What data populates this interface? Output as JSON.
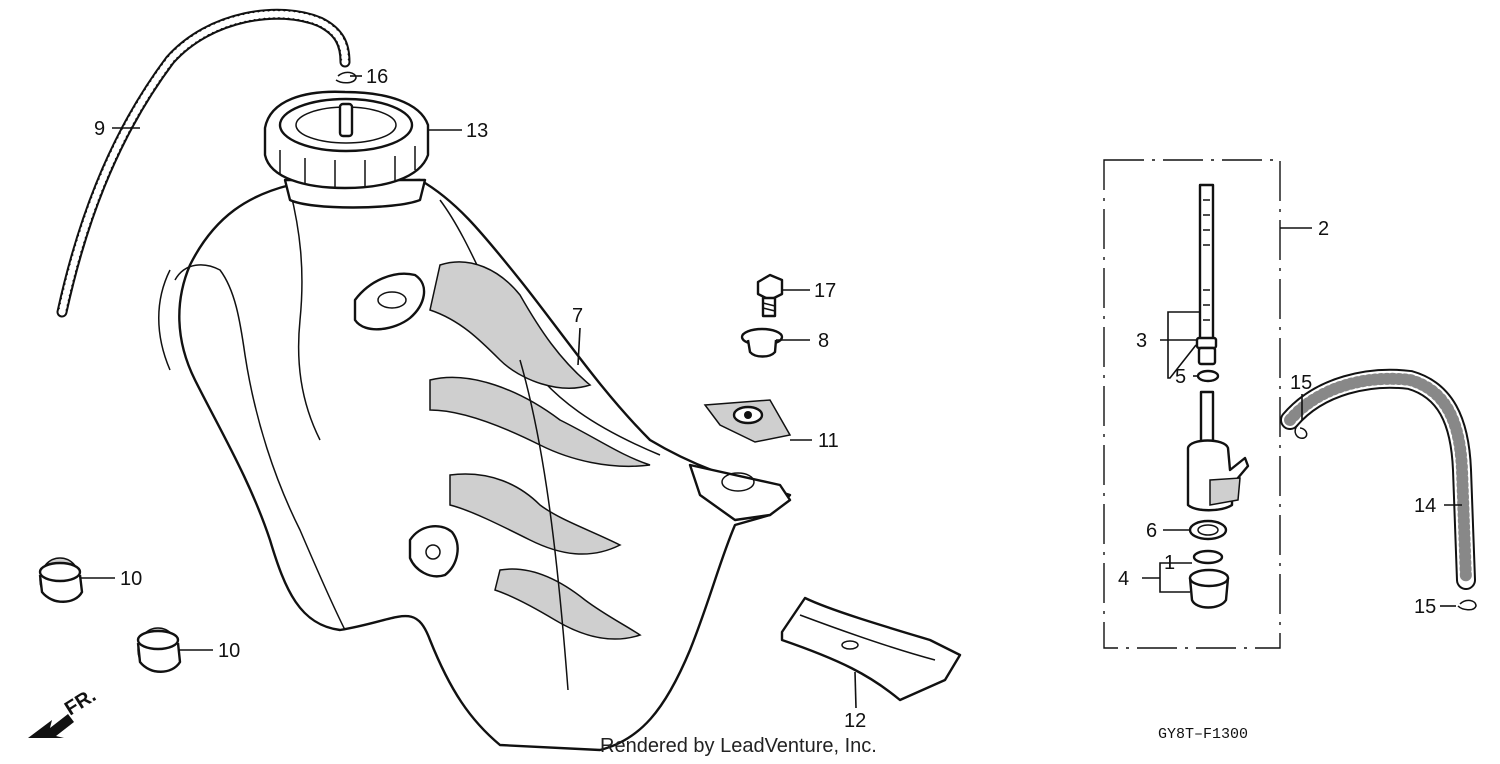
{
  "diagram": {
    "callouts": [
      {
        "id": "c1",
        "label": "1"
      },
      {
        "id": "c2",
        "label": "2"
      },
      {
        "id": "c3",
        "label": "3"
      },
      {
        "id": "c4",
        "label": "4"
      },
      {
        "id": "c5",
        "label": "5"
      },
      {
        "id": "c6",
        "label": "6"
      },
      {
        "id": "c7",
        "label": "7"
      },
      {
        "id": "c8",
        "label": "8"
      },
      {
        "id": "c9",
        "label": "9"
      },
      {
        "id": "c10a",
        "label": "10"
      },
      {
        "id": "c10b",
        "label": "10"
      },
      {
        "id": "c11",
        "label": "11"
      },
      {
        "id": "c12",
        "label": "12"
      },
      {
        "id": "c13",
        "label": "13"
      },
      {
        "id": "c14",
        "label": "14"
      },
      {
        "id": "c15a",
        "label": "15"
      },
      {
        "id": "c15b",
        "label": "15"
      },
      {
        "id": "c16",
        "label": "16"
      },
      {
        "id": "c17",
        "label": "17"
      }
    ],
    "direction_label": "FR.",
    "diagram_code": "GY8T–F1300",
    "credit": "Rendered by LeadVenture, Inc."
  }
}
